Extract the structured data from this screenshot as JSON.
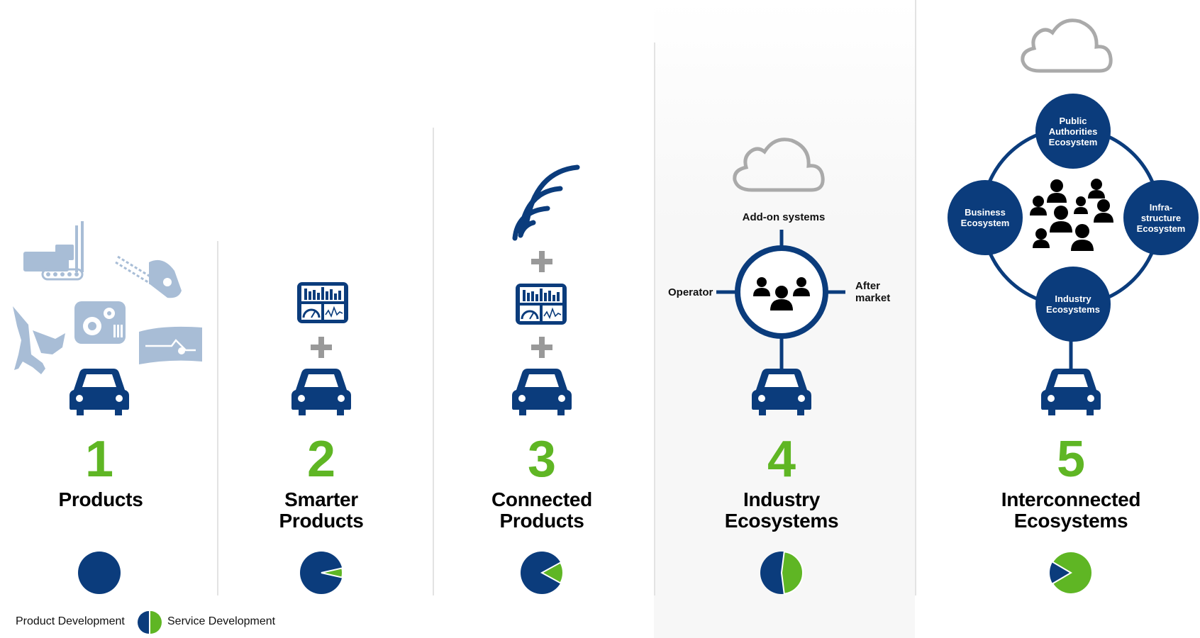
{
  "stages": [
    {
      "number": "1",
      "title_lines": [
        "Products"
      ]
    },
    {
      "number": "2",
      "title_lines": [
        "Smarter",
        "Products"
      ]
    },
    {
      "number": "3",
      "title_lines": [
        "Connected",
        "Products"
      ]
    },
    {
      "number": "4",
      "title_lines": [
        "Industry",
        "Ecosystems"
      ]
    },
    {
      "number": "5",
      "title_lines": [
        "Interconnected",
        "Ecosystems"
      ]
    }
  ],
  "stage4_labels": {
    "addon": "Add-on systems",
    "operator": "Operator",
    "aftermarket_line1": "After",
    "aftermarket_line2": "market"
  },
  "stage5_bubbles": {
    "public": [
      "Public",
      "Authorities",
      "Ecosystem"
    ],
    "business": [
      "Business",
      "Ecosystem"
    ],
    "infra": [
      "Infra-",
      "structure",
      "Ecosystem"
    ],
    "industry": [
      "Industry",
      "Ecosystems"
    ]
  },
  "pies": [
    {
      "stage": "1",
      "service_share": 0.0
    },
    {
      "stage": "2",
      "service_share": 0.07
    },
    {
      "stage": "3",
      "service_share": 0.16
    },
    {
      "stage": "4",
      "service_share": 0.46
    },
    {
      "stage": "5",
      "service_share": 0.83
    }
  ],
  "legend": {
    "product": "Product Development",
    "service": "Service Development"
  },
  "colors": {
    "product_blue": "#0b3c7c",
    "service_green": "#5fb624",
    "light_icon": "#a8bdd6",
    "cloud_gray": "#aaaaaa",
    "plus_gray": "#999999"
  }
}
